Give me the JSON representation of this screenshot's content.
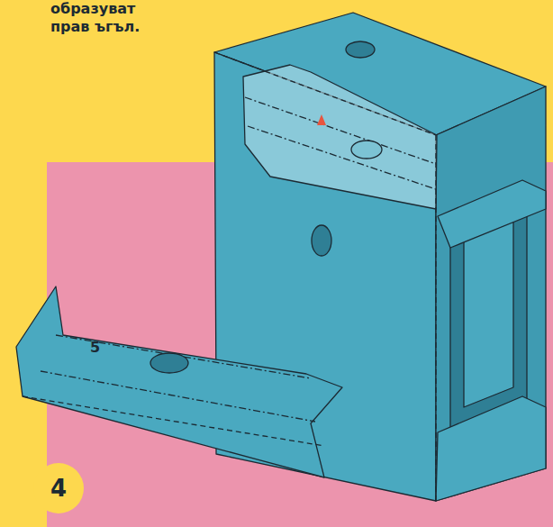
{
  "diagram": {
    "nodes": [
      {
        "text": [
          "4"
        ]
      }
    ],
    "labels": [
      "образуват прав ъгъл.",
      "5"
    ]
  }
}
